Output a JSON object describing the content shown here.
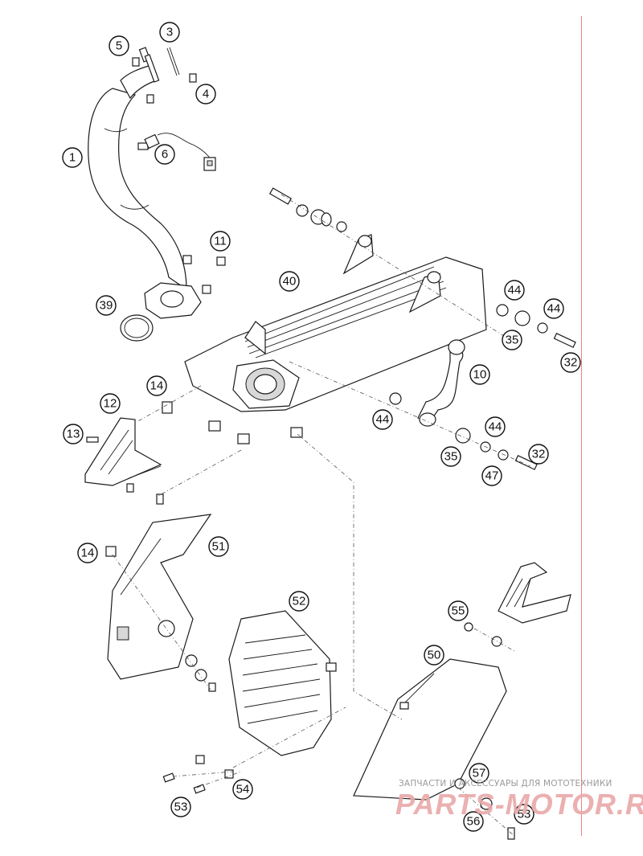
{
  "diagram": {
    "callouts": [
      "1",
      "3",
      "4",
      "5",
      "6",
      "11",
      "39",
      "40",
      "44",
      "44",
      "35",
      "32",
      "10",
      "44",
      "44",
      "35",
      "47",
      "32",
      "12",
      "14",
      "13",
      "14",
      "51",
      "52",
      "55",
      "50",
      "57",
      "56",
      "53",
      "54",
      "53"
    ]
  },
  "watermark": {
    "caption": "ЗАПЧАСТИ И АКСЕССУАРЫ ДЛЯ МОТОТЕХНИКИ",
    "logo": "PARTS-MOTOR.RU"
  },
  "colors": {
    "line": "#1a1a1a",
    "watermark_logo": "#e9a8a8",
    "edge_rule": "#f08080"
  }
}
